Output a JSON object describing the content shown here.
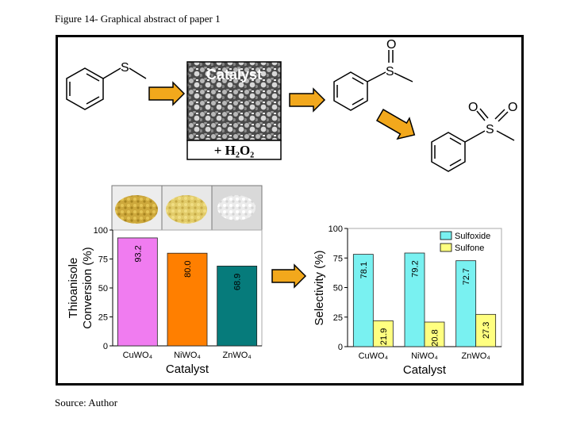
{
  "figure": {
    "caption": "Figure 14- Graphical abstract of paper 1",
    "source": "Source: Author"
  },
  "scheme": {
    "catalyst_label": "Catalyst",
    "oxidant_label": "+ H₂O₂",
    "atoms": {
      "sulfur": "S",
      "oxygen": "O"
    },
    "colors": {
      "arrow_fill": "#f2a81c",
      "arrow_stroke": "#000000"
    }
  },
  "chart_data": [
    {
      "type": "bar",
      "categories": [
        "CuWO₄",
        "NiWO₄",
        "ZnWO₄"
      ],
      "values": [
        93.2,
        80.0,
        68.9
      ],
      "value_labels": [
        "93.2",
        "80.0",
        "68.9"
      ],
      "colors": [
        "#f07cf0",
        "#ff7f00",
        "#067b7b"
      ],
      "xlabel": "Catalyst",
      "ylabel_line1": "Thioanisole",
      "ylabel_line2": "Conversion (%)",
      "ylim": [
        0,
        100
      ],
      "yticks": [
        "0",
        "25",
        "50",
        "75",
        "100"
      ],
      "grid": false
    },
    {
      "type": "bar",
      "categories": [
        "CuWO₄",
        "NiWO₄",
        "ZnWO₄"
      ],
      "series": [
        {
          "name": "Sulfoxide",
          "values": [
            78.1,
            79.2,
            72.7
          ],
          "labels": [
            "78.1",
            "79.2",
            "72.7"
          ],
          "color": "#79f1f1"
        },
        {
          "name": "Sulfone",
          "values": [
            21.9,
            20.8,
            27.3
          ],
          "labels": [
            "21.9",
            "20.8",
            "27.3"
          ],
          "color": "#ffff80"
        }
      ],
      "xlabel": "Catalyst",
      "ylabel": "Selectivity (%)",
      "ylim": [
        0,
        100
      ],
      "yticks": [
        "0",
        "25",
        "50",
        "75",
        "100"
      ],
      "legend": "top-right",
      "grid": false
    }
  ]
}
